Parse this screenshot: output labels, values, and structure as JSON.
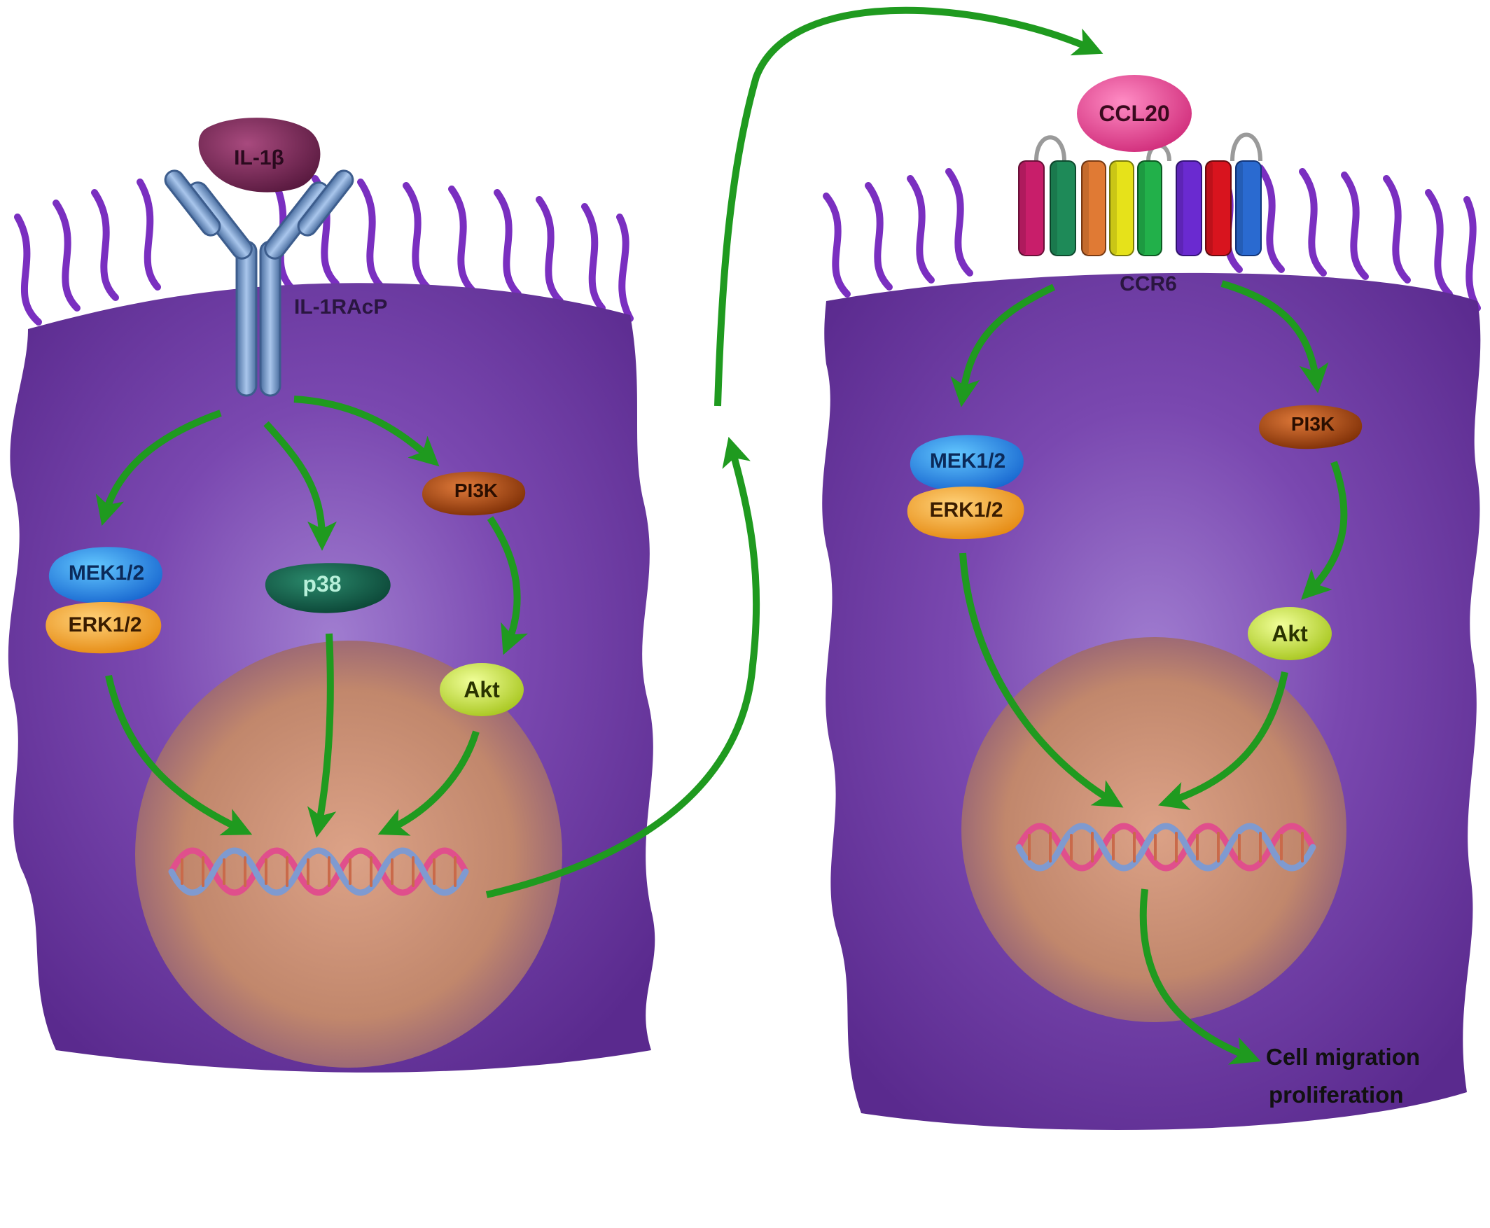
{
  "left_cell": {
    "ligand": "IL-1β",
    "receptor": "IL-1RAcP",
    "mek": "MEK1/2",
    "erk": "ERK1/2",
    "p38": "p38",
    "pi3k": "PI3K",
    "akt": "Akt"
  },
  "right_cell": {
    "ligand": "CCL20",
    "receptor": "CCR6",
    "mek": "MEK1/2",
    "erk": "ERK1/2",
    "pi3k": "PI3K",
    "akt": "Akt",
    "outcome_line1": "Cell migration",
    "outcome_line2": "proliferation"
  },
  "colors": {
    "cell_body": "#6e3aa0",
    "cilia": "#7a2fc0",
    "arrow": "#1f9a1f",
    "nucleus": "#c98a6c",
    "receptor": "#6f93c4",
    "il1b": "#7a2456",
    "mek": "#1f8be8",
    "erk": "#f2a02a",
    "p38": "#0e5a47",
    "pi3k": "#a8470f",
    "akt": "#c6e13a",
    "ccl20": "#e8478e"
  }
}
